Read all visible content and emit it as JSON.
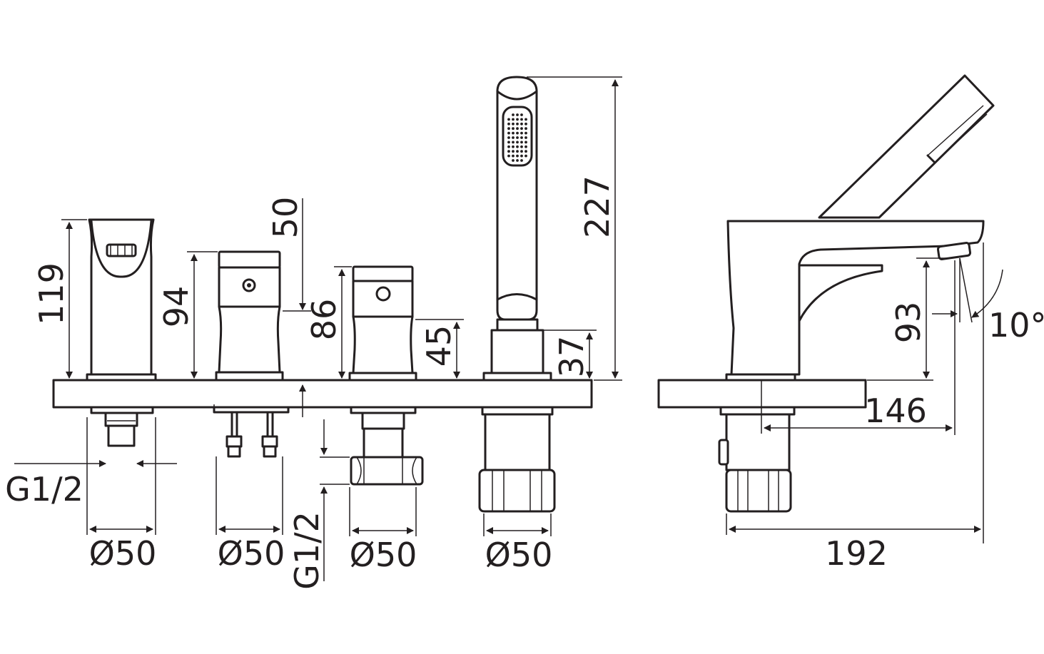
{
  "labels": {
    "h_spout": "119",
    "h_mixer_left": "94",
    "h_mixer_right": "86",
    "h_depth": "50",
    "h_mixer_base": "45",
    "h_shower_base": "37",
    "h_shower": "227",
    "h_side_spout": "93",
    "angle": "10°",
    "reach_spout": "146",
    "side_length": "192",
    "thread_left": "G1/2",
    "thread_middle": "G1/2",
    "dia_1": "Ø50",
    "dia_2": "Ø50",
    "dia_3": "Ø50",
    "dia_4": "Ø50"
  }
}
